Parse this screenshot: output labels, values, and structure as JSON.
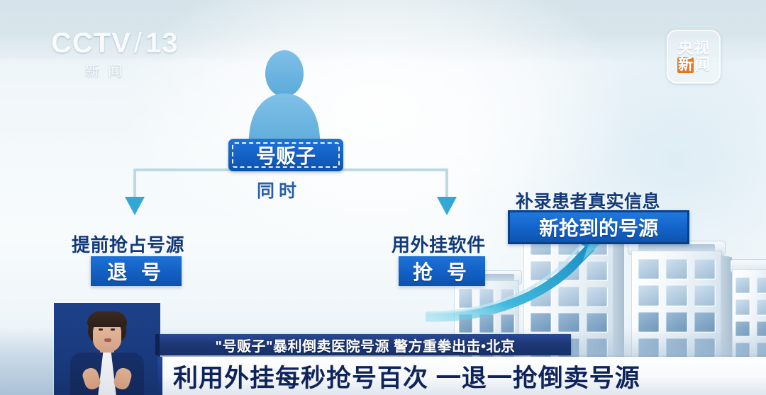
{
  "channel": {
    "logo_main": "CCTV",
    "logo_slash": "/",
    "logo_number": "13",
    "logo_sub": "新闻"
  },
  "news_logo": {
    "line1_a": "央",
    "line1_b": "视",
    "line2_a": "新",
    "line2_b": "闻"
  },
  "diagram": {
    "person_icon": "person-silhouette-icon",
    "root_box": "号贩子",
    "root_caption": "同时",
    "left_branch": {
      "label": "提前抢占号源",
      "box": "退 号"
    },
    "right_branch": {
      "label": "用外挂软件",
      "box": "抢 号"
    },
    "result": {
      "label": "补录患者真实信息",
      "box": "新抢到的号源"
    }
  },
  "lower_third": {
    "subtitle": "\"号贩子\"暴利倒卖医院号源 警方重拳出击•北京",
    "headline": "利用外挂每秒抢号百次 一退一抢倒卖号源"
  },
  "colors": {
    "box_blue": "#1360c4",
    "label_navy": "#123a7a",
    "banner_navy": "#1d3876",
    "arrow_cyan": "#28a8d8",
    "accent_orange": "#e8751c"
  }
}
